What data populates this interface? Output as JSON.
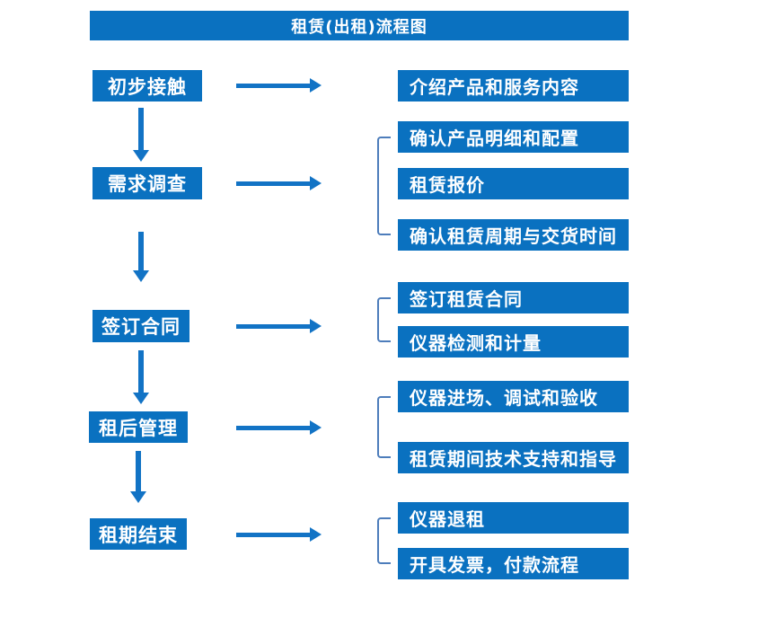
{
  "title": "租赁(出租)流程图",
  "colors": {
    "primary": "#0a71c0",
    "arrow": "#1273c5",
    "bracket": "#4d7dbb",
    "text_on_primary": "#ffffff",
    "background": "#ffffff"
  },
  "stages": [
    {
      "label": "初步接触",
      "outputs": [
        "介绍产品和服务内容"
      ]
    },
    {
      "label": "需求调查",
      "outputs": [
        "确认产品明细和配置",
        "租赁报价",
        "确认租赁周期与交货时间"
      ]
    },
    {
      "label": "签订合同",
      "outputs": [
        "签订租赁合同",
        "仪器检测和计量"
      ]
    },
    {
      "label": "租后管理",
      "outputs": [
        "仪器进场、调试和验收",
        "租赁期间技术支持和指导"
      ]
    },
    {
      "label": "租期结束",
      "outputs": [
        "仪器退租",
        "开具发票，付款流程"
      ]
    }
  ]
}
